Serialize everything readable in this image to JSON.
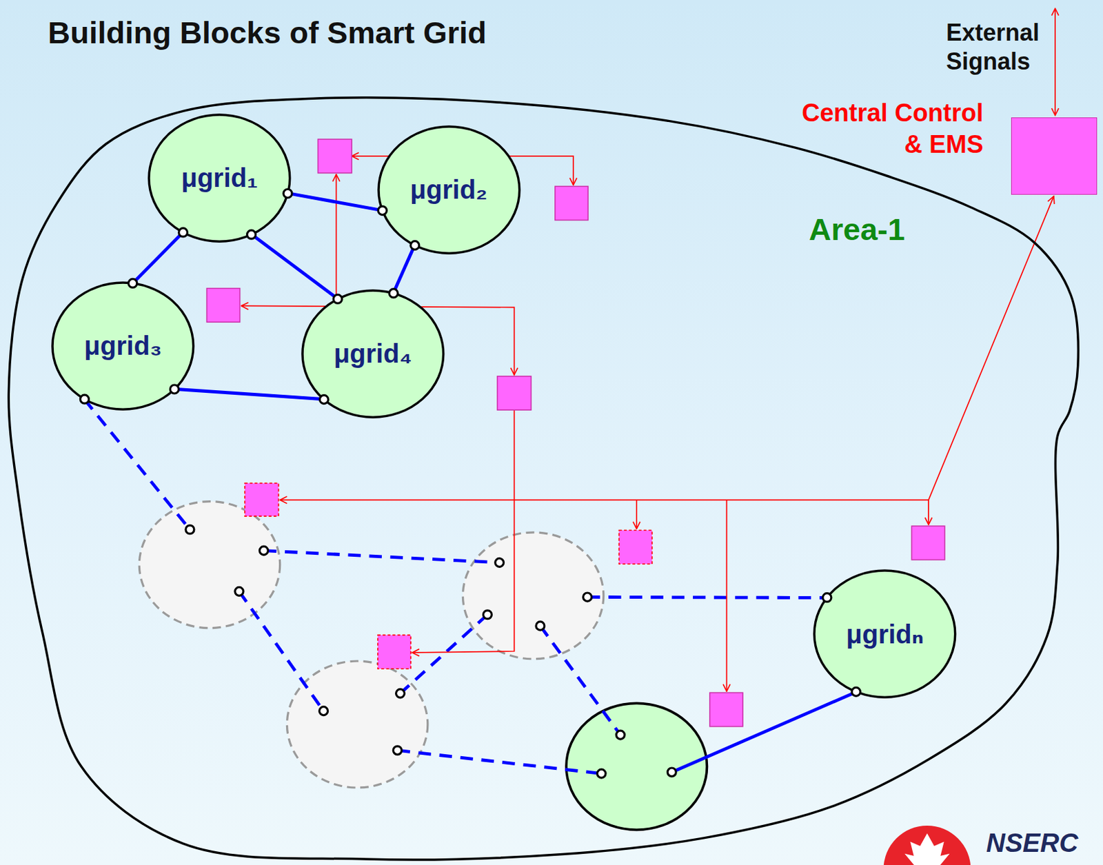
{
  "diagram": {
    "title": "Building Blocks of Smart Grid",
    "nodes": [
      {
        "text": [
          "Area-1"
        ]
      },
      {
        "text": [
          "μgrid₁"
        ],
        "in": 0
      },
      {
        "text": [
          "μgrid₂"
        ],
        "in": 0
      },
      {
        "text": [
          "μgrid₃"
        ],
        "in": 0
      },
      {
        "text": [
          "μgrid₄"
        ],
        "in": 0
      },
      {
        "text": [
          "μgridₙ"
        ],
        "in": 0
      },
      {
        "text": [
          "Central Control & EMS"
        ]
      }
    ],
    "edges": [
      {
        "from": 1,
        "to": 2,
        "arrow": "none"
      },
      {
        "from": 1,
        "to": 3,
        "arrow": "none"
      },
      {
        "from": 1,
        "to": 4,
        "arrow": "none"
      },
      {
        "from": 2,
        "to": 4,
        "arrow": "none"
      },
      {
        "from": 3,
        "to": 4,
        "arrow": "none"
      }
    ],
    "labels": [
      "External Signals",
      "NSERC"
    ]
  }
}
